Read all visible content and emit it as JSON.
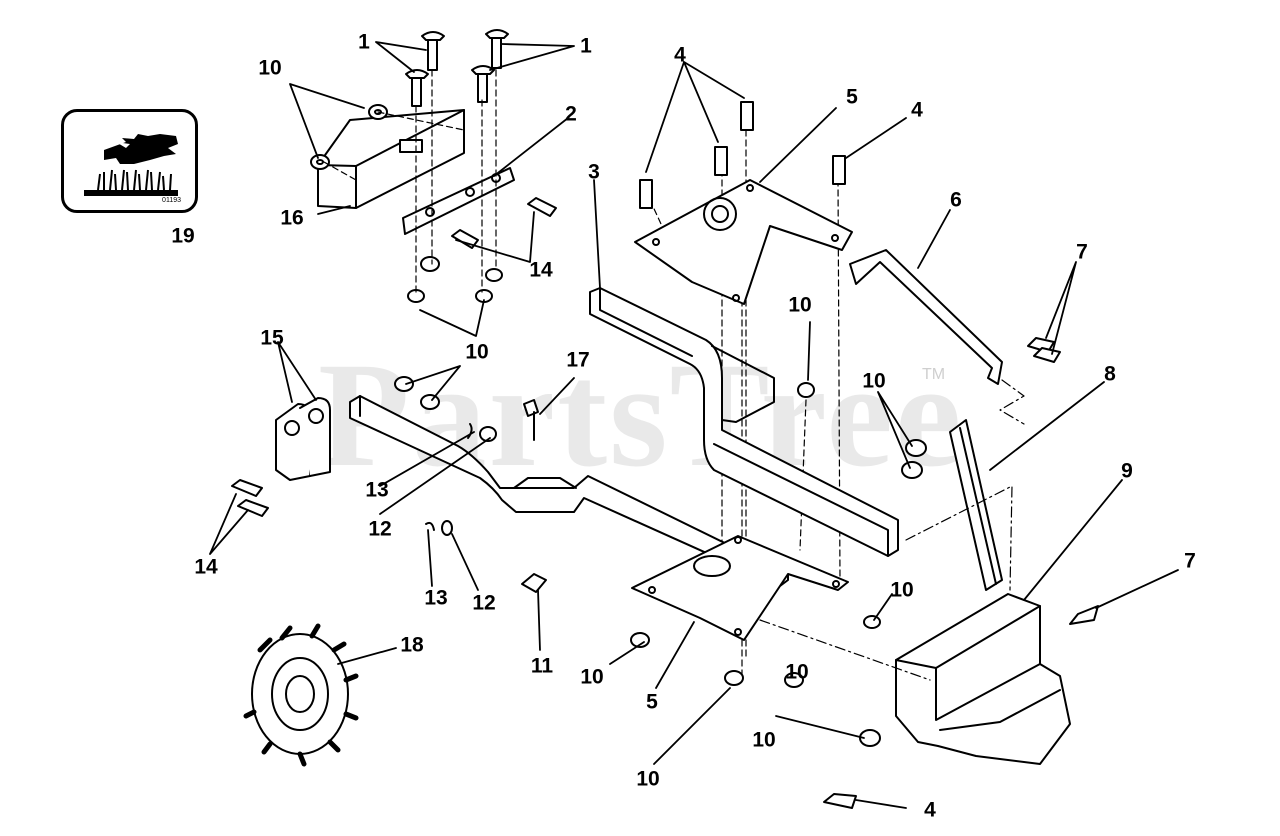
{
  "watermark": {
    "text": "PartsTree",
    "tm": "TM"
  },
  "decal": {
    "code": "01193"
  },
  "callouts": [
    {
      "id": "c1a",
      "label": "1"
    },
    {
      "id": "c1b",
      "label": "1"
    },
    {
      "id": "c2",
      "label": "2"
    },
    {
      "id": "c3",
      "label": "3"
    },
    {
      "id": "c4a",
      "label": "4"
    },
    {
      "id": "c4b",
      "label": "4"
    },
    {
      "id": "c4c",
      "label": "4"
    },
    {
      "id": "c5a",
      "label": "5"
    },
    {
      "id": "c5b",
      "label": "5"
    },
    {
      "id": "c6",
      "label": "6"
    },
    {
      "id": "c7a",
      "label": "7"
    },
    {
      "id": "c7b",
      "label": "7"
    },
    {
      "id": "c8",
      "label": "8"
    },
    {
      "id": "c9",
      "label": "9"
    },
    {
      "id": "c10a",
      "label": "10"
    },
    {
      "id": "c10b",
      "label": "10"
    },
    {
      "id": "c10c",
      "label": "10"
    },
    {
      "id": "c10d",
      "label": "10"
    },
    {
      "id": "c10e",
      "label": "10"
    },
    {
      "id": "c10f",
      "label": "10"
    },
    {
      "id": "c10g",
      "label": "10"
    },
    {
      "id": "c10h",
      "label": "10"
    },
    {
      "id": "c10i",
      "label": "10"
    },
    {
      "id": "c11",
      "label": "11"
    },
    {
      "id": "c12a",
      "label": "12"
    },
    {
      "id": "c12b",
      "label": "12"
    },
    {
      "id": "c13a",
      "label": "13"
    },
    {
      "id": "c13b",
      "label": "13"
    },
    {
      "id": "c14a",
      "label": "14"
    },
    {
      "id": "c14b",
      "label": "14"
    },
    {
      "id": "c15",
      "label": "15"
    },
    {
      "id": "c16",
      "label": "16"
    },
    {
      "id": "c17",
      "label": "17"
    },
    {
      "id": "c18",
      "label": "18"
    },
    {
      "id": "c19",
      "label": "19"
    }
  ]
}
